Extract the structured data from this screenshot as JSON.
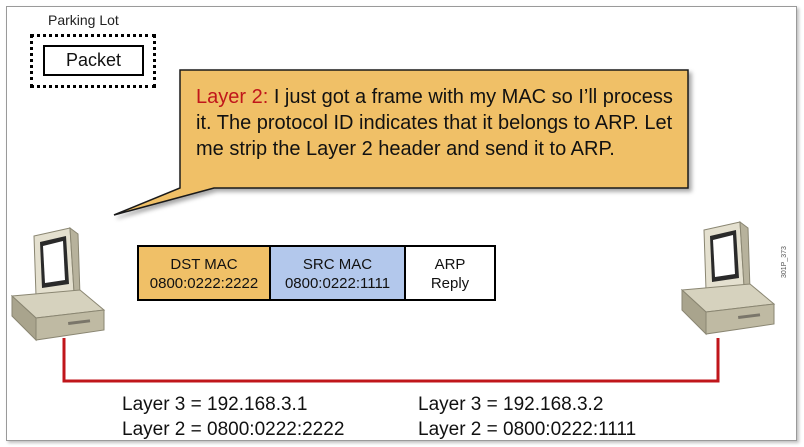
{
  "parking_lot": {
    "label": "Parking Lot",
    "packet_label": "Packet"
  },
  "callout": {
    "prefix": "Layer 2:",
    "text": " I just got a frame with my MAC so I’ll process it. The protocol ID indicates that it belongs to ARP. Let me strip the Layer 2 header and send it to ARP.",
    "fill_color": "#f0c067",
    "prefix_color": "#c0161b"
  },
  "frame": {
    "dst_label": "DST MAC",
    "dst_value": "0800:0222:2222",
    "src_label": "SRC MAC",
    "src_value": "0800:0222:1111",
    "arp_label": "ARP",
    "arp_value": "Reply",
    "dst_color": "#f0c067",
    "src_color": "#b3c8ec"
  },
  "hosts": {
    "left": {
      "layer3": "Layer 3 = 192.168.3.1",
      "layer2": "Layer 2 = 0800:0222:2222"
    },
    "right": {
      "layer3": "Layer 3 = 192.168.3.2",
      "layer2": "Layer 2 = 0800:0222:1111"
    }
  },
  "link_color": "#c0161b",
  "side_code": "301P_373",
  "icons": [
    "left-computer-icon",
    "right-computer-icon"
  ]
}
